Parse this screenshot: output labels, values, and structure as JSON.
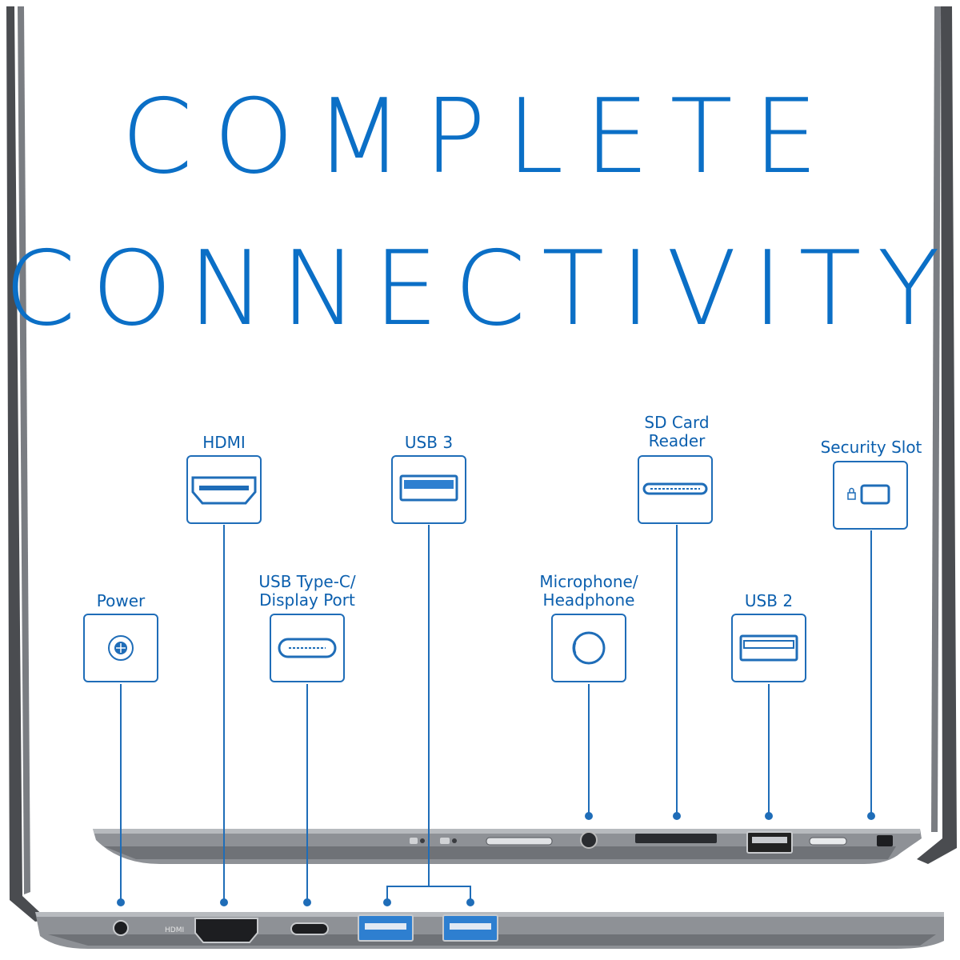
{
  "headline": {
    "line1": "COMPLETE",
    "line2": "CONNECTIVITY"
  },
  "ports": {
    "power": "Power",
    "hdmi": "HDMI",
    "usbc_line1": "USB Type-C/",
    "usbc_line2": "Display Port",
    "usb3": "USB 3",
    "mic_line1": "Microphone/",
    "mic_line2": "Headphone",
    "sd_line1": "SD Card",
    "sd_line2": "Reader",
    "usb2": "USB 2",
    "security": "Security Slot"
  },
  "laptop_markings": {
    "hdmi_marking": "HDMI"
  },
  "colors": {
    "accent": "#0b6fc6",
    "line": "#1f6db8",
    "chassis": "#8e9196",
    "port_blue": "#2e7fd0"
  },
  "icons": [
    "power-jack-icon",
    "hdmi-port-icon",
    "usb-c-port-icon",
    "usb3-port-icon",
    "audio-jack-icon",
    "sd-slot-icon",
    "usb2-port-icon",
    "lock-slot-icon"
  ]
}
